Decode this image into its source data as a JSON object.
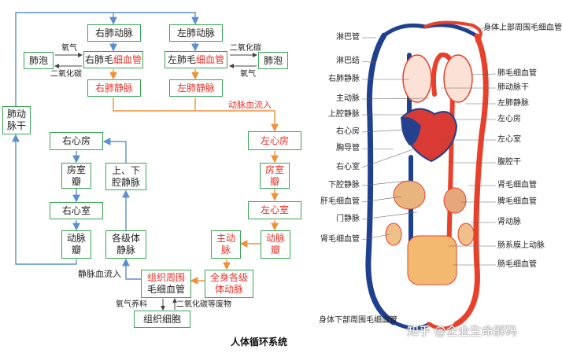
{
  "flow": {
    "title": "人体循环系统",
    "boxes": {
      "right_pulmonary_artery": "右肺动脉",
      "left_pulmonary_artery": "左肺动脉",
      "alveoli_left": "肺泡",
      "alveoli_right": "肺泡",
      "right_pulm_cap_pre": "右肺毛",
      "right_pulm_cap_red": "细血管",
      "left_pulm_cap_pre": "左肺毛",
      "left_pulm_cap_red": "细血管",
      "right_pulmonary_vein": "右肺静脉",
      "left_pulmonary_vein": "左肺静脉",
      "pulmonary_trunk": "肺动\n脉干",
      "right_atrium": "右心房",
      "av_valve": "房室\n瓣",
      "venae_cavae": "上、下\n腔静脉",
      "right_ventricle": "右心室",
      "arterial_valve_right": "动脉\n瓣",
      "systemic_veins": "各级体\n静脉",
      "left_atrium": "左心房",
      "av_valve_left": "房室\n瓣",
      "left_ventricle": "左心室",
      "aorta": "主动\n脉",
      "arterial_valve_left": "动脉\n瓣",
      "tissue_capillaries_1": "组织周围",
      "tissue_capillaries_2": "毛细血管",
      "systemic_arteries": "全身各级\n体动脉",
      "tissue_cells": "组织细胞"
    },
    "labels": {
      "oxygen_left": "氧气",
      "co2_left": "二氧化碳",
      "co2_right": "二氧化碳",
      "oxygen_right": "氧气",
      "arterial_inflow": "动脉血流入",
      "venous_inflow": "静脉血流入",
      "nutrients": "氧气养料",
      "waste": "二氧化碳等废物"
    },
    "colors": {
      "box_border": "#3aa655",
      "red_text": "#e8332a",
      "arrow_blue": "#5b8fd1",
      "arrow_orange": "#f0913a"
    }
  },
  "anatomy": {
    "left_labels": [
      "淋巴管",
      "淋巴结",
      "右肺静脉",
      "主动脉",
      "上腔静脉",
      "右心房",
      "胸导管",
      "右心室",
      "下腔静脉",
      "肝毛细血管",
      "门静脉",
      "肾毛细血管"
    ],
    "right_labels": [
      "身体上部周围毛细血管",
      "肺毛细血管",
      "肺动脉干",
      "左肺静脉",
      "左心房",
      "左心室",
      "腹腔干",
      "肾毛细血管",
      "脾毛细血管",
      "肾动脉",
      "肠系膜上动脉",
      "肠毛细血管"
    ],
    "bottom_label": "身体下部周围毛细血管",
    "watermark": "知乎 @企业生命解码",
    "colors": {
      "arterial": "#e8402a",
      "venous": "#1f3f8f"
    }
  }
}
